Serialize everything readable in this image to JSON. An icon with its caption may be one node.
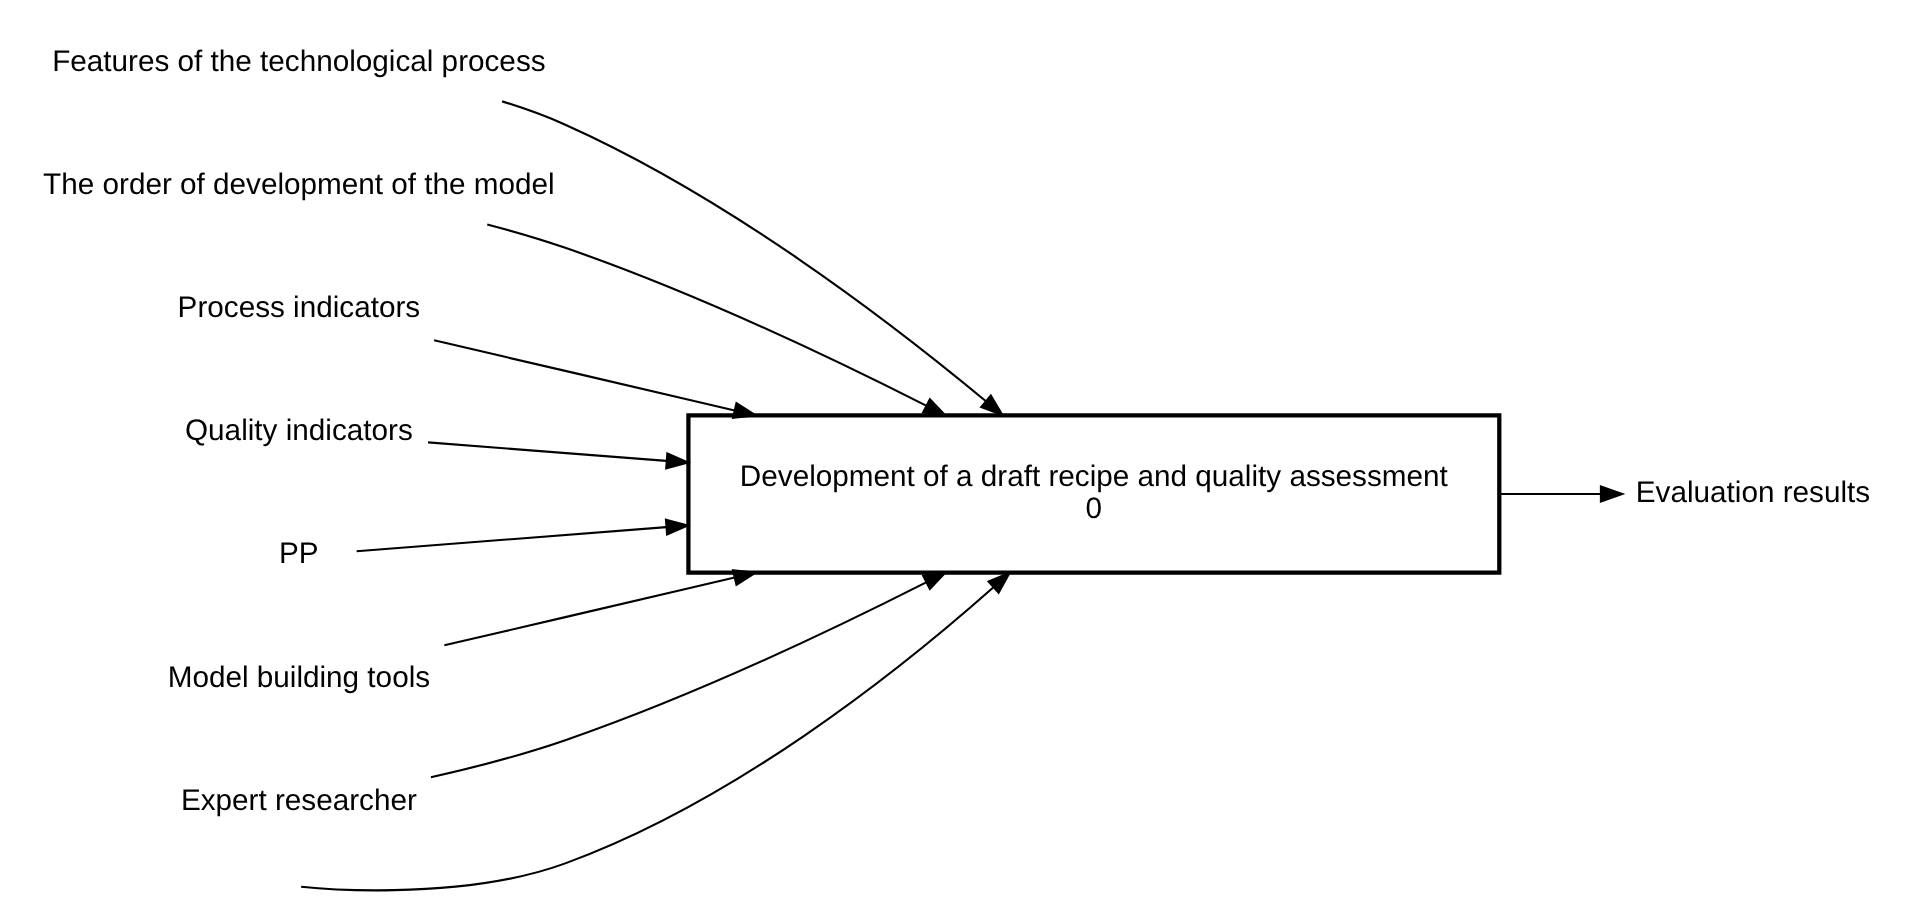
{
  "diagram": {
    "nodes": [
      {
        "text": [
          "Development of a draft recipe and quality assessment",
          "0"
        ]
      },
      {
        "text": [
          "Features of the technological process"
        ]
      },
      {
        "text": [
          "The order of development of the model"
        ]
      },
      {
        "text": [
          "Process indicators"
        ]
      },
      {
        "text": [
          "Quality indicators"
        ]
      },
      {
        "text": [
          "Evaluation results"
        ]
      },
      {
        "text": [
          "PP"
        ]
      },
      {
        "text": [
          "Model building tools"
        ]
      },
      {
        "text": [
          "Expert researcher"
        ]
      }
    ],
    "edges": [
      {
        "from": 1,
        "to": 0,
        "arrow": "to"
      },
      {
        "from": 2,
        "to": 0,
        "arrow": "to"
      },
      {
        "from": 3,
        "to": 0,
        "arrow": "to"
      },
      {
        "from": 4,
        "to": 0,
        "arrow": "to"
      },
      {
        "from": 0,
        "to": 5,
        "arrow": "to"
      },
      {
        "from": 6,
        "to": 0,
        "arrow": "to"
      },
      {
        "from": 7,
        "to": 0,
        "arrow": "to"
      },
      {
        "from": 8,
        "to": 0,
        "arrow": "to"
      },
      {
        "from": null,
        "to": 0,
        "arrow": "to"
      }
    ]
  }
}
